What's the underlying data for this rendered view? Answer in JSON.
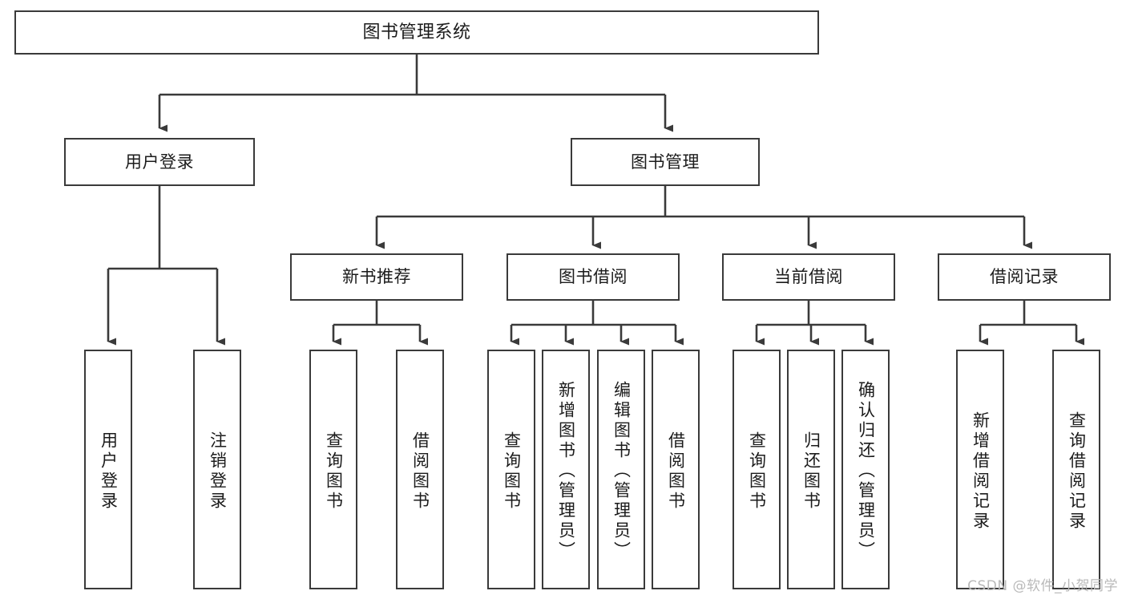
{
  "diagram": {
    "title": "图书管理系统",
    "type": "hierarchy-tree",
    "watermark": "CSDN @软件_小贺同学",
    "colors": {
      "box_border": "#3a3a3a",
      "box_fill": "#ffffff",
      "connector": "#3a3a3a",
      "text": "#1b1b1b",
      "watermark": "#b9b9b9"
    },
    "nodes": {
      "root": {
        "label": "图书管理系统"
      },
      "level1": [
        {
          "label": "用户登录"
        },
        {
          "label": "图书管理"
        }
      ],
      "level2": [
        {
          "label": "新书推荐"
        },
        {
          "label": "图书借阅"
        },
        {
          "label": "当前借阅"
        },
        {
          "label": "借阅记录"
        }
      ],
      "leaves": [
        {
          "label": "用户登录",
          "parent": "用户登录"
        },
        {
          "label": "注销登录",
          "parent": "用户登录"
        },
        {
          "label": "查询图书",
          "parent": "新书推荐"
        },
        {
          "label": "借阅图书",
          "parent": "新书推荐"
        },
        {
          "label": "查询图书",
          "parent": "图书借阅"
        },
        {
          "label": "新增图书（管理员）",
          "parent": "图书借阅"
        },
        {
          "label": "编辑图书（管理员）",
          "parent": "图书借阅"
        },
        {
          "label": "借阅图书",
          "parent": "图书借阅"
        },
        {
          "label": "查询图书",
          "parent": "当前借阅"
        },
        {
          "label": "归还图书",
          "parent": "当前借阅"
        },
        {
          "label": "确认归还（管理员）",
          "parent": "当前借阅"
        },
        {
          "label": "新增借阅记录",
          "parent": "借阅记录"
        },
        {
          "label": "查询借阅记录",
          "parent": "借阅记录"
        }
      ]
    }
  }
}
